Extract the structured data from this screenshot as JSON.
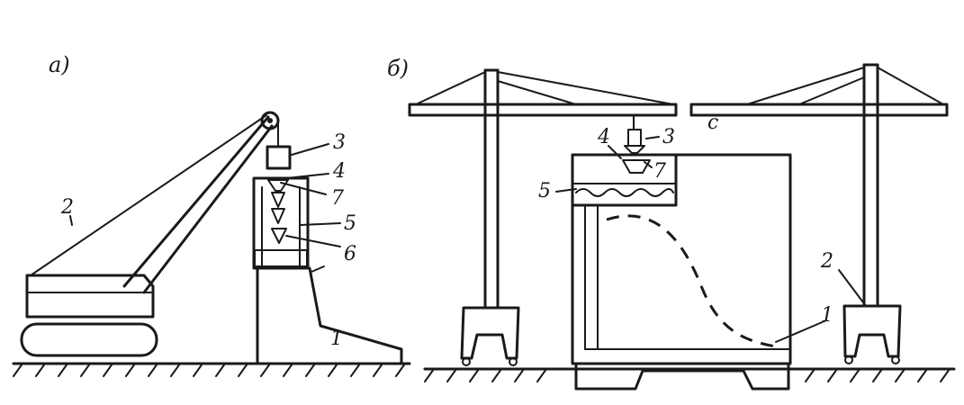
{
  "panels": {
    "a": {
      "label": "а)",
      "callouts": [
        "1",
        "2",
        "3",
        "4",
        "5",
        "6",
        "7"
      ]
    },
    "b": {
      "label": "б)",
      "callouts": [
        "1",
        "2",
        "3",
        "4",
        "5",
        "7"
      ],
      "crane_right_mark": "с"
    }
  },
  "colors": {
    "ink": "#1a1a1a",
    "paper": "#ffffff"
  }
}
